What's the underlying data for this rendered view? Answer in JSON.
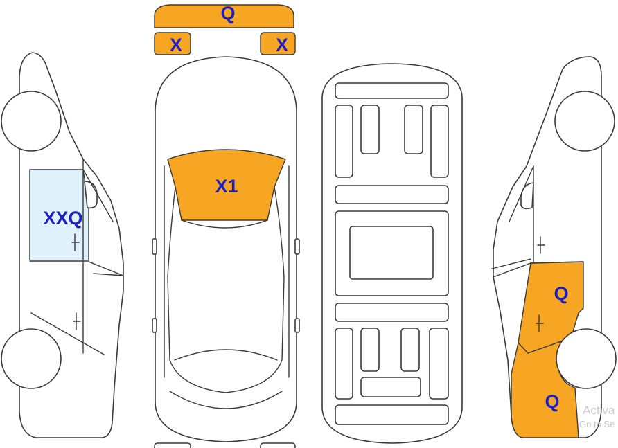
{
  "colors": {
    "damage": "#f6a623",
    "glass_damage": "#dff1fa",
    "label": "#1c1fc4"
  },
  "damage_codes": {
    "front_bumper": "Q",
    "front_left_fog": "X",
    "front_right_fog": "X",
    "windshield": "X1",
    "left_front_door_glass": "XXQ",
    "right_rear_door": "Q",
    "right_rear_quarter": "Q"
  },
  "watermark": {
    "line1": "Activa",
    "line2": "Go to Se"
  }
}
